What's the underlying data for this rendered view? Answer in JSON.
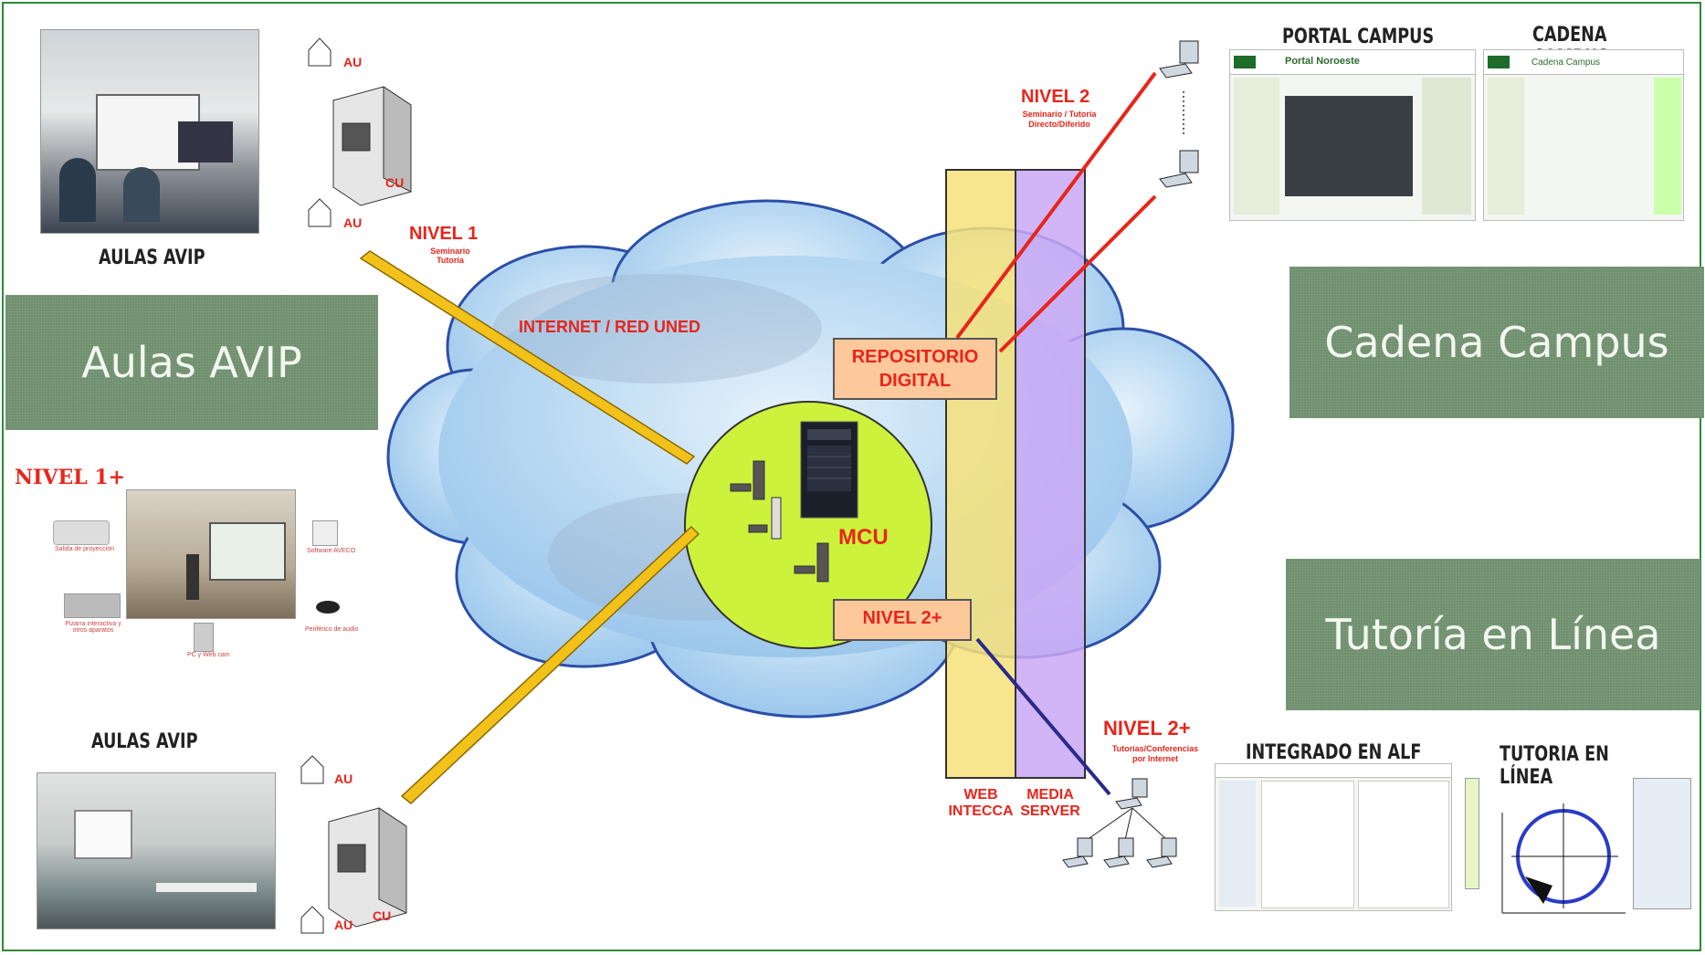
{
  "panels": {
    "aulas_avip": "Aulas AVIP",
    "cadena_campus": "Cadena Campus",
    "tutoria_linea": "Tutoría en Línea"
  },
  "captions": {
    "aulas_avip_top": "AULAS AVIP",
    "aulas_avip_bottom": "AULAS AVIP",
    "portal_campus": "PORTAL CAMPUS",
    "cadena_campus": "CADENA CAMPUS",
    "integrado_alf": "INTEGRADO EN ALF",
    "tutoria_en_linea": "TUTORIA EN LÍNEA",
    "portal_noroeste": "Portal Noroeste",
    "cadena_campus_small": "Cadena Campus"
  },
  "network": {
    "nivel1_title": "NIVEL 1",
    "nivel1_sub1": "Seminario",
    "nivel1_sub2": "Tutoría",
    "nivel1plus": "NIVEL 1+",
    "nivel2_title": "NIVEL 2",
    "nivel2_sub1": "Seminario / Tutoría",
    "nivel2_sub2": "Directo/Diferido",
    "nivel2plus_box": "NIVEL 2+",
    "nivel2plus_title": "NIVEL 2+",
    "nivel2plus_sub1": "Tutorías/Conferencias",
    "nivel2plus_sub2": "por Internet",
    "internet": "INTERNET / RED UNED",
    "repositorio1": "REPOSITORIO",
    "repositorio2": "DIGITAL",
    "mcu": "MCU",
    "web1": "WEB",
    "web2": "INTECCA",
    "media1": "MEDIA",
    "media2": "SERVER",
    "au": "AU",
    "cu": "CU"
  },
  "equipment_labels": [
    "Salida de proyección",
    "Pizarra interactiva y otros aparatos",
    "PC y Web cam",
    "Software AVECO",
    "Periférico de audio"
  ],
  "colors": {
    "accent_red": "#e8251b",
    "panel_green": "#6f8f6e",
    "cloud_blue": "#aad0f0",
    "mcu_green": "#ccf23c",
    "web_yellow": "#f7e27a",
    "media_purple": "#c9a8f5",
    "tag_orange": "#fdc89a",
    "beam_yellow": "#f2c21b",
    "link_blue": "#2a2a8a"
  }
}
